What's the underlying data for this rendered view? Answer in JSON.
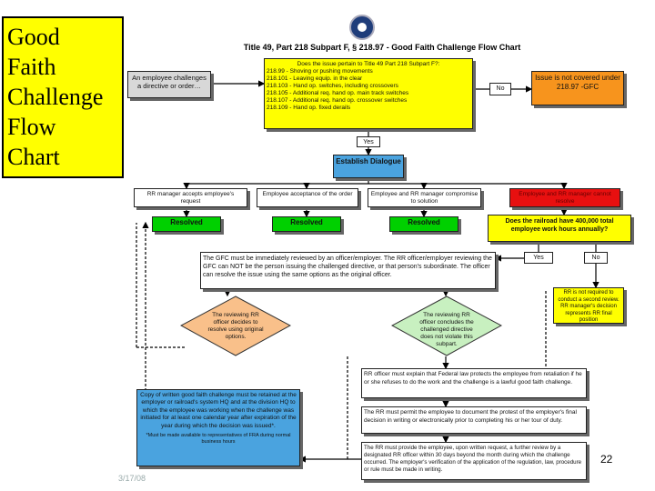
{
  "slide": {
    "title_lines": [
      "Good",
      "Faith",
      "Challenge",
      "Flow",
      "Chart"
    ],
    "date": "3/17/08",
    "page_number": "22"
  },
  "chart": {
    "title": "Title 49, Part 218 Subpart F, § 218.97 - Good Faith Challenge Flow Chart",
    "start": "An employee challenges a directive or order…",
    "question_title_49": "Does the issue pertain to Title 49 Part 218 Subpart F?:",
    "question_title_49_items": [
      "218.99 - Shoving or pushing movements",
      "218.101 - Leaving equip. in the clear",
      "218.103 - Hand op. switches, including crossovers",
      "218.105 - Additional req. hand op. main track switches",
      "218.107 - Additional req. hand op. crossover switches",
      "218.109 - Hand op. fixed derails"
    ],
    "no_label_1": "No",
    "not_covered": "Issue is not covered under 218.97 -GFC",
    "yes_label_1": "Yes",
    "establish_dialogue": "Establish Dialogue",
    "outcome_1": "RR manager accepts employee's request",
    "outcome_2": "Employee acceptance of the order",
    "outcome_3": "Employee and RR manager compromise to solution",
    "outcome_4": "Employee and RR manager cannot resolve",
    "resolved_1": "Resolved",
    "resolved_2": "Resolved",
    "resolved_3": "Resolved",
    "question_400000": "Does the railroad have 400,000 total employee work hours annually?",
    "yes_label_2": "Yes",
    "no_label_2": "No",
    "gfc_review": "The GFC must be immediately reviewed by an officer/employer. The RR officer/employer reviewing the GFC can NOT be the person issuing the challenged directive, or that person's subordinate. The officer can resolve the issue using the same options as the original officer.",
    "not_required": "RR is not required to conduct a second review. RR manager's decision represents RR final position",
    "diamond_orange": "The reviewing RR officer decides to resolve using original options.",
    "diamond_green": "The reviewing RR officer concludes the challenged directive does not violate this subpart.",
    "explain_law": "RR officer must explain that Federal law protects the employee from retaliation if he or she refuses to do the work and the challenge is a lawful good faith challenge.",
    "permit_document": "The RR must permit the employee to document the protest of the employer's final decision in writing or electronically prior to completing his or her tour of duty.",
    "further_review": "The RR must provide the employee, upon written request, a further review by a designated RR officer within 30 days beyond the month during which the challenge occurred. The employer's verification of the application of the regulation, law, procedure or rule must be made in writing.",
    "copy_retained": "Copy of written good faith challenge must be retained at the employer or railroad's system HQ and at the division HQ to which the employee was working when the challenge was initiated for at least one calendar year after expiration of the year during which the decision was issued*.",
    "copy_footnote": "*Must be made available to representatives of FRA during normal business hours"
  },
  "colors": {
    "title_bg": "#ffff00",
    "yellow": "#ffff00",
    "orange": "#f7941d",
    "green": "#00d000",
    "red": "#e81010",
    "blue": "#4aa3df",
    "light_orange": "#f9c08a",
    "light_green": "#c8f0c0"
  }
}
